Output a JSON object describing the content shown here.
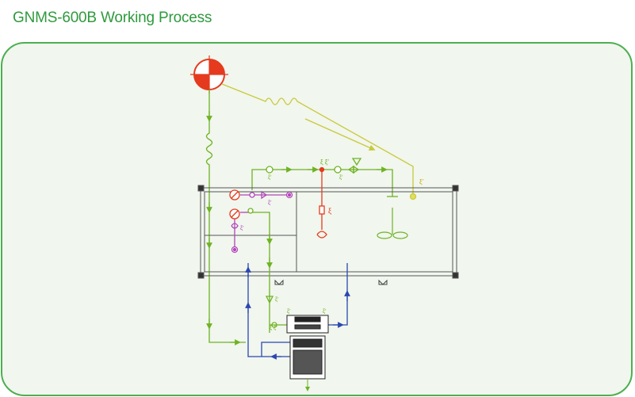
{
  "title": "GNMS-600B Working Process",
  "colors": {
    "title": "#2f9a3d",
    "frame": "#4caf50",
    "panel_bg": "#f1f6ee",
    "green_line": "#6fb324",
    "yellow_line": "#c9c93a",
    "blue_line": "#2b47b0",
    "purple_line": "#b046b8",
    "red_line": "#e53a1d",
    "cabinet": "#555555"
  },
  "labels": {
    "valve_a": "ξ ξ'",
    "valve_b": "ξ'",
    "valve_c": "ξ'",
    "valve_d": "ξ'",
    "valve_e": "ξ'",
    "valve_f": "ξ'",
    "heater": "ξ",
    "valve_g": "ξ'",
    "valve_h": "ξ'",
    "valve_i": "ξ ξ'",
    "valve_j": "ξ'"
  }
}
